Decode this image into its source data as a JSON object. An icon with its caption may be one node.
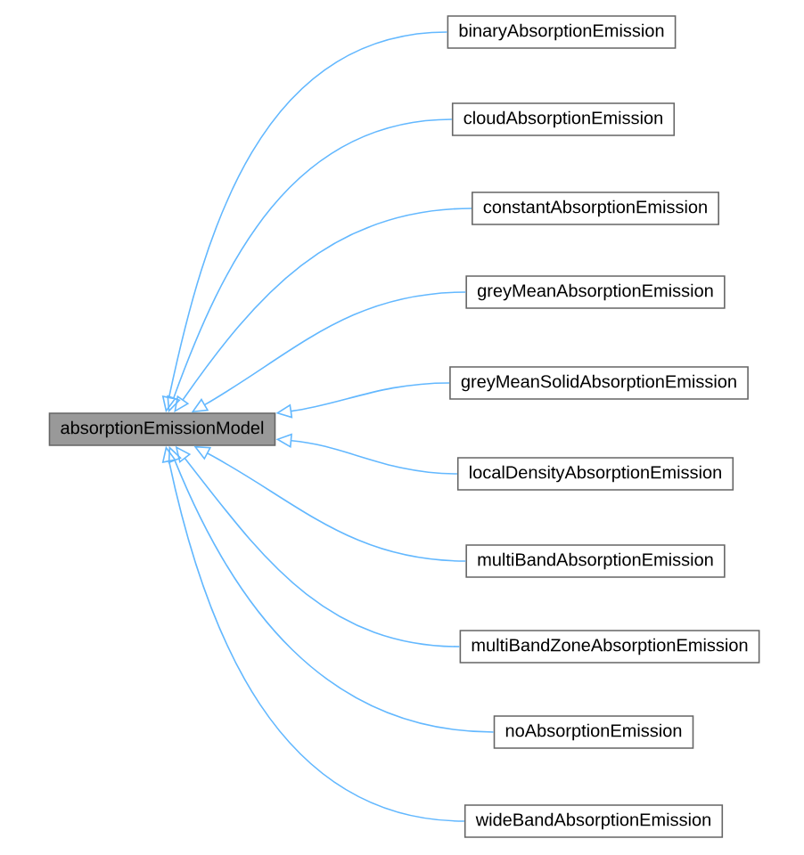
{
  "diagram": {
    "nodes": [
      {
        "text": [
          "absorptionEmissionModel"
        ]
      },
      {
        "text": [
          "binaryAbsorptionEmission"
        ]
      },
      {
        "text": [
          "cloudAbsorptionEmission"
        ]
      },
      {
        "text": [
          "constantAbsorptionEmission"
        ]
      },
      {
        "text": [
          "greyMeanAbsorptionEmission"
        ]
      },
      {
        "text": [
          "greyMeanSolidAbsorptionEmission"
        ]
      },
      {
        "text": [
          "localDensityAbsorptionEmission"
        ]
      },
      {
        "text": [
          "multiBandAbsorptionEmission"
        ]
      },
      {
        "text": [
          "multiBandZoneAbsorptionEmission"
        ]
      },
      {
        "text": [
          "noAbsorptionEmission"
        ]
      },
      {
        "text": [
          "wideBandAbsorptionEmission"
        ]
      }
    ],
    "edges": [
      {
        "from": 1,
        "to": 0,
        "arrow": "to"
      },
      {
        "from": 2,
        "to": 0,
        "arrow": "to"
      },
      {
        "from": 3,
        "to": 0,
        "arrow": "to"
      },
      {
        "from": 4,
        "to": 0,
        "arrow": "to"
      },
      {
        "from": 5,
        "to": 0,
        "arrow": "to"
      },
      {
        "from": 6,
        "to": 0,
        "arrow": "to"
      },
      {
        "from": 7,
        "to": 0,
        "arrow": "to"
      },
      {
        "from": 8,
        "to": 0,
        "arrow": "to"
      },
      {
        "from": 9,
        "to": 0,
        "arrow": "to"
      },
      {
        "from": 10,
        "to": 0,
        "arrow": "to"
      }
    ]
  }
}
